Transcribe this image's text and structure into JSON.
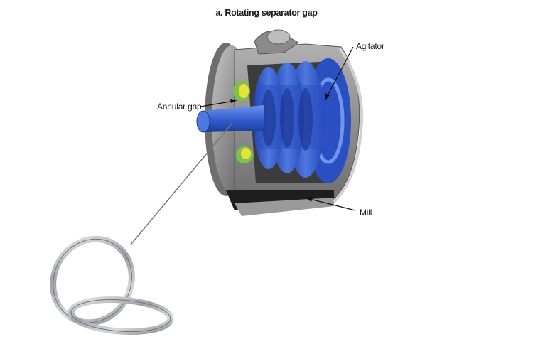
{
  "figure": {
    "title": "a. Rotating separator gap",
    "labels": {
      "annular_gap": "Annular gap",
      "agitator": "Agitator",
      "mill": "Mill"
    }
  },
  "colors": {
    "housing": "#9a9a9a",
    "housing_dark": "#4a4a4a",
    "agitator_blue": "#2f55c8",
    "agitator_light": "#5b82e6",
    "seal_yellow": "#e6e23a",
    "seal_green": "#7cc24a",
    "ring_silver": "#b9bcc0"
  }
}
